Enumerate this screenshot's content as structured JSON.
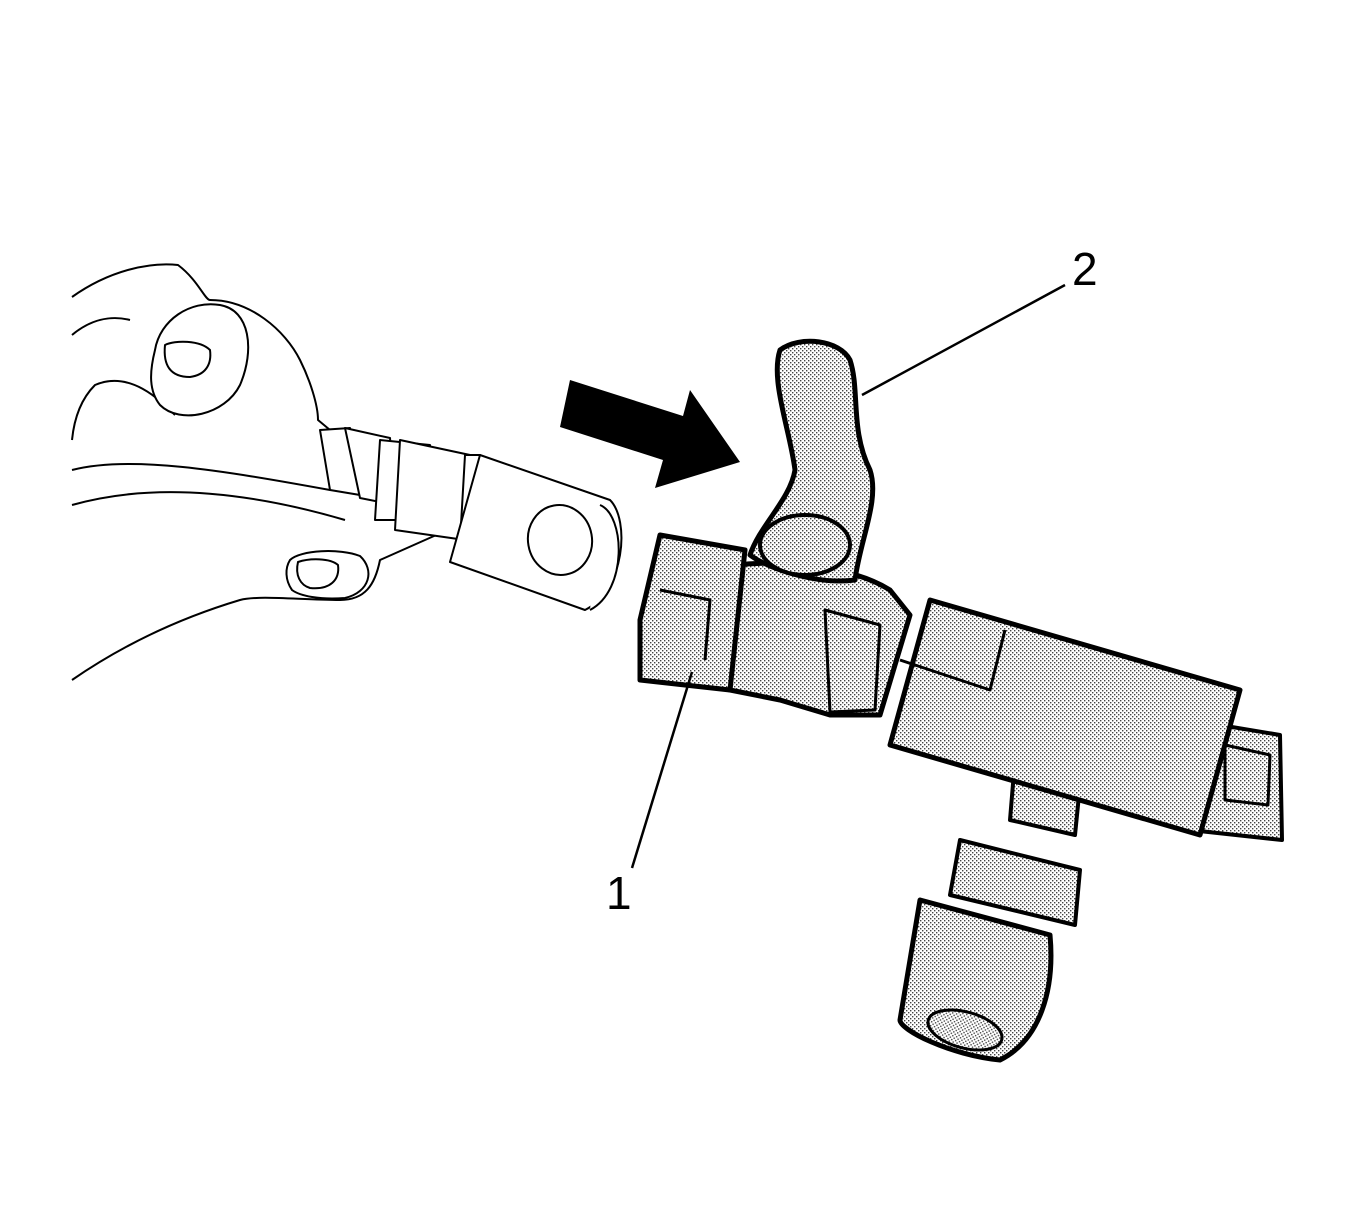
{
  "figure": {
    "callouts": [
      {
        "id": "1",
        "label": "1"
      },
      {
        "id": "2",
        "label": "2"
      }
    ],
    "colors": {
      "line": "#000000",
      "background": "#ffffff",
      "stipple": "#b8b8b8"
    },
    "icons": [
      "hand-holding-hose",
      "direction-arrow",
      "valve-fitting-with-wing-handle"
    ]
  }
}
